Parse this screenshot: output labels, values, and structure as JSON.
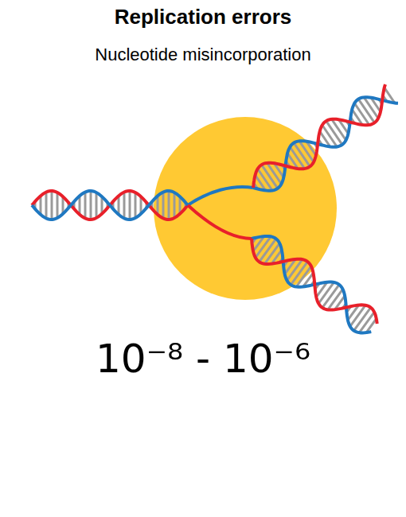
{
  "diagram": {
    "title": "Replication errors",
    "labels": [
      "Nucleotide misincorporation",
      "10⁻⁸ - 10⁻⁶"
    ]
  }
}
